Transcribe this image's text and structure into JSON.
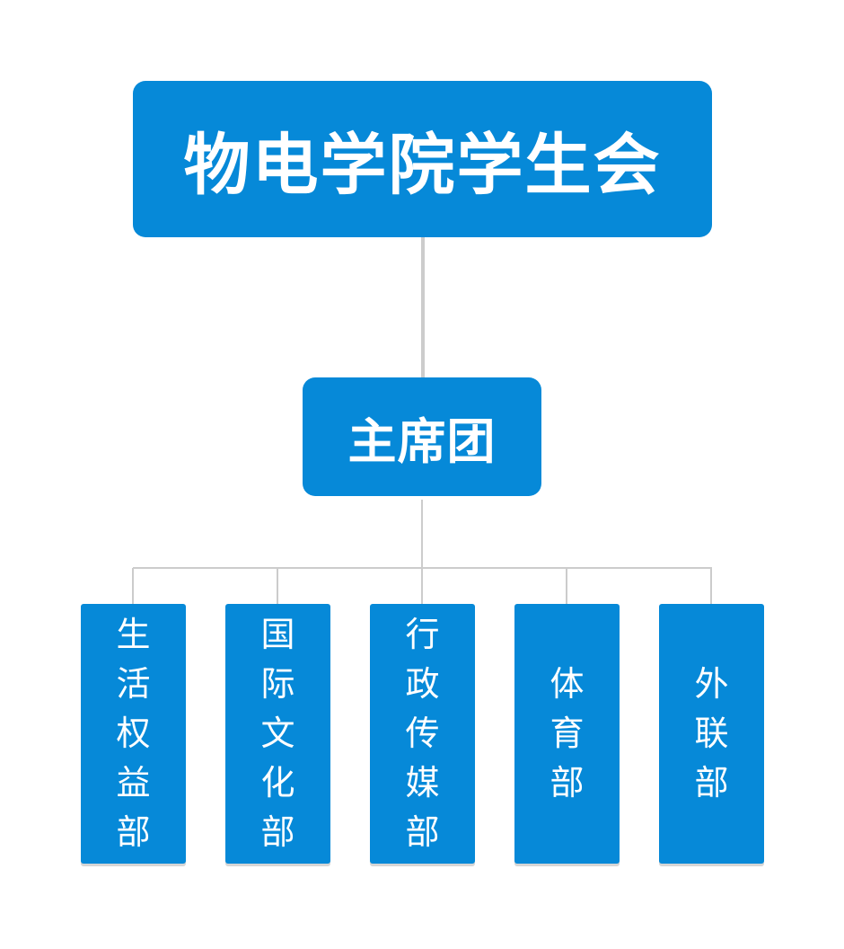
{
  "diagram": {
    "root": {
      "label": "物电学院学生会"
    },
    "middle": {
      "label": "主席团"
    },
    "departments": [
      {
        "label": "生活权益部"
      },
      {
        "label": "国际文化部"
      },
      {
        "label": "行政传媒部"
      },
      {
        "label": "体育部"
      },
      {
        "label": "外联部"
      }
    ],
    "colors": {
      "node_fill": "#0689d8",
      "node_text": "#ffffff",
      "connector": "#cccccc"
    }
  }
}
